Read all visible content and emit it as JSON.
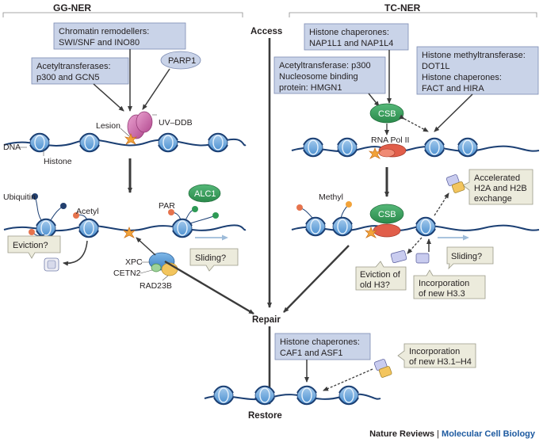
{
  "headers": {
    "gg": "GG-NER",
    "tc": "TC-NER"
  },
  "stages": {
    "access": "Access",
    "repair": "Repair",
    "restore": "Restore"
  },
  "gg": {
    "remodellers": [
      "Chromatin remodellers:",
      "SWI/SNF and INO80"
    ],
    "acetyltransferases": [
      "Acetyltransferases:",
      "p300 and GCN5"
    ],
    "parp1": "PARP1",
    "uv_ddb": "UV–DDB",
    "lesion": "Lesion",
    "dna": "DNA",
    "histone": "Histone",
    "ubiquitin": "Ubiquitin",
    "acetyl": "Acetyl",
    "par": "PAR",
    "alc1": "ALC1",
    "eviction": "Eviction?",
    "sliding": "Sliding?",
    "xpc": "XPC",
    "cetn2": "CETN2",
    "rad23b": "RAD23B"
  },
  "tc": {
    "chaperones_top": [
      "Histone chaperones:",
      "NAP1L1 and NAP1L4"
    ],
    "p300": [
      "Acetyltransferase: p300",
      "Nucleosome binding",
      "protein: HMGN1"
    ],
    "methyltransferase": [
      "Histone methyltransferase:",
      "DOT1L",
      "Histone chaperones:",
      "FACT and HIRA"
    ],
    "csb": "CSB",
    "rna_pol": "RNA Pol II",
    "methyl": "Methyl",
    "accelerated": [
      "Accelerated",
      "H2A and H2B",
      "exchange"
    ],
    "sliding": "Sliding?",
    "eviction": [
      "Eviction of",
      "old H3?"
    ],
    "incorporation": [
      "Incorporation",
      "of new H3.3"
    ]
  },
  "restore_panel": {
    "chaperones": [
      "Histone chaperones:",
      "CAF1 and ASF1"
    ],
    "incorporation": [
      "Incorporation",
      "of new H3.1–H4"
    ]
  },
  "credit": {
    "journal_group": "Nature Reviews",
    "separator": "|",
    "journal": "Molecular Cell Biology"
  },
  "colors": {
    "box_fill": "#c9d3e8",
    "box_stroke": "#7d8cb3",
    "callout_fill": "#ecebdc",
    "callout_stroke": "#9a9a88",
    "nucleosome": "#4a8fd0",
    "dna": "#1b3f73",
    "green": "#2e9a55",
    "magenta": "#c2549a",
    "lesion": "#f2a33a",
    "arrow": "#3b3b3b",
    "light_arrow": "#9dbbd9"
  }
}
